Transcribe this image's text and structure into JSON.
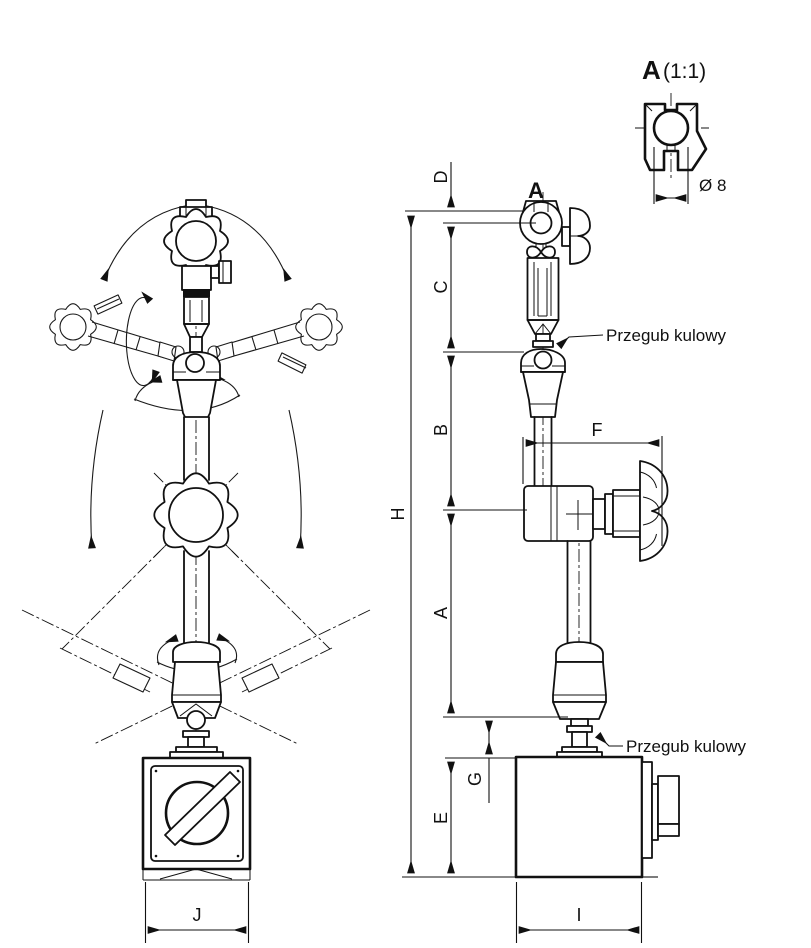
{
  "drawing": {
    "detail_view": {
      "title_letter": "A",
      "title_scale": "(1:1)",
      "diameter": "Ø 8"
    },
    "section_marker": "A",
    "callout_upper": "Przegub kulowy",
    "callout_lower": "Przegub kulowy",
    "dims": {
      "D": "D",
      "C": "C",
      "B": "B",
      "A": "A",
      "H": "H",
      "G": "G",
      "E": "E",
      "F": "F",
      "I": "I",
      "J": "J"
    }
  },
  "colors": {
    "ink": "#111111",
    "paper": "#ffffff"
  }
}
